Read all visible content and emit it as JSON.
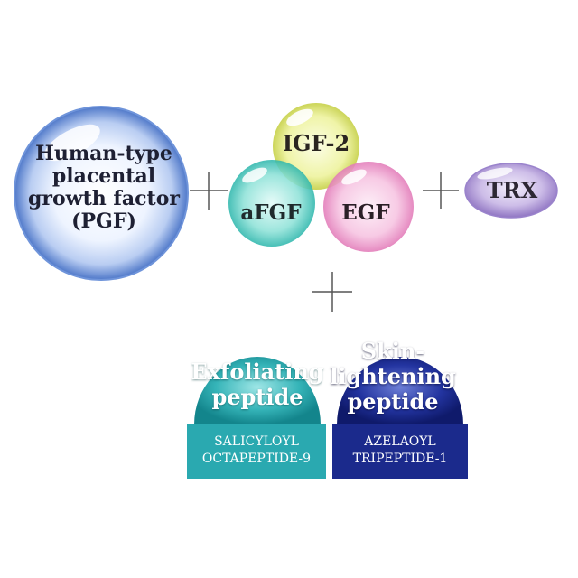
{
  "nodes": {
    "pgf": {
      "lines": [
        "Human-type",
        "placental",
        "growth factor",
        "(PGF)"
      ],
      "color": "#9fb7e8"
    },
    "igf2": {
      "label": "IGF-2",
      "color": "#e9f07a"
    },
    "afgf": {
      "label": "aFGF",
      "color": "#5fd3c8"
    },
    "egf": {
      "label": "EGF",
      "color": "#f4a9d4"
    },
    "trx": {
      "label": "TRX",
      "color": "#b7a3d9"
    },
    "exfoliating": {
      "lines": [
        "Exfoliating",
        "peptide"
      ],
      "band_lines": [
        "SALICYLOYL",
        "OCTAPEPTIDE-9"
      ],
      "color": "#2aa9b0"
    },
    "lightening": {
      "lines": [
        "Skin-",
        "lightening",
        "peptide"
      ],
      "band_lines": [
        "AZELAOYL",
        "TRIPEPTIDE-1"
      ],
      "color": "#1b2a8c"
    }
  }
}
